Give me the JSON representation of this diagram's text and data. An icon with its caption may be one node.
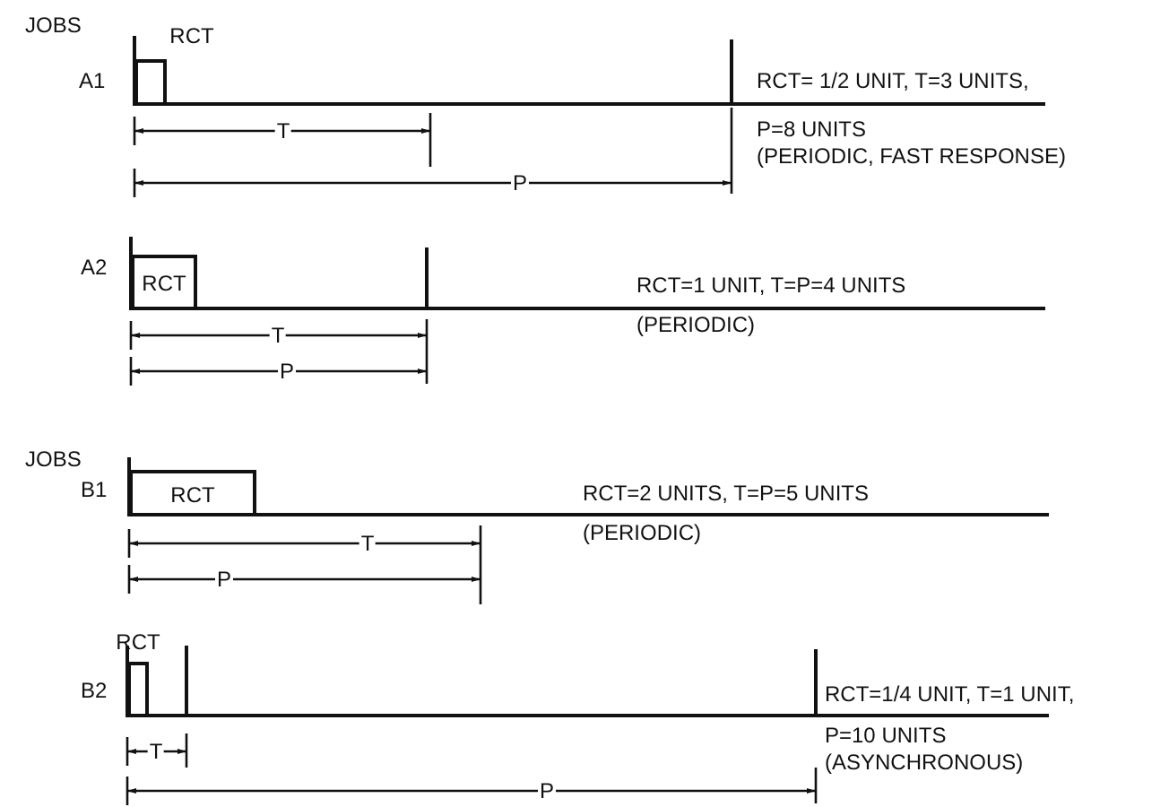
{
  "diagram": {
    "nodes": [
      {
        "text": [
          "RCT"
        ]
      },
      {
        "text": [
          "RCT"
        ]
      },
      {
        "text": [
          "RCT"
        ]
      },
      {
        "text": [
          "RCT"
        ]
      }
    ],
    "labels": [
      "JOBS",
      "A1",
      "RCT= 1/2 UNIT, T=3 UNITS,",
      "T",
      "P=8 UNITS",
      "(PERIODIC, FAST RESPONSE)",
      "P",
      "A2",
      "RCT=1 UNIT, T=P=4 UNITS",
      "(PERIODIC)",
      "T",
      "P",
      "JOBS",
      "B1",
      "RCT=2 UNITS, T=P=5 UNITS",
      "(PERIODIC)",
      "T",
      "P",
      "B2",
      "RCT=1/4 UNIT, T=1 UNIT,",
      "T",
      "P=10 UNITS",
      "(ASYNCHRONOUS)",
      "P"
    ]
  }
}
